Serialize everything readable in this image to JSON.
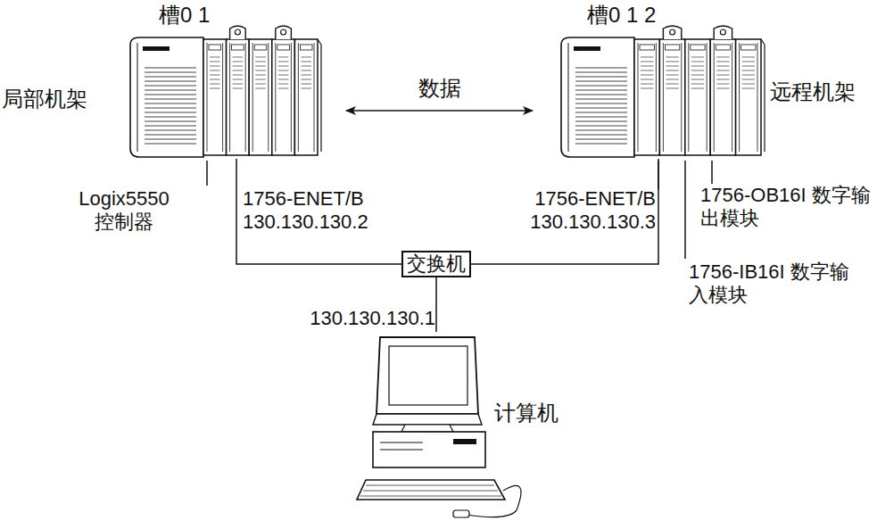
{
  "diagram": {
    "nodes": [
      {
        "text": [
          "局部机架"
        ]
      },
      {
        "text": [
          "远程机架"
        ]
      },
      {
        "text": [
          "交换机"
        ]
      },
      {
        "text": [
          "计算机"
        ]
      }
    ],
    "edges": [
      {
        "from": 0,
        "to": 2,
        "arrow": "none"
      },
      {
        "from": 1,
        "to": 2,
        "arrow": "none"
      },
      {
        "from": 2,
        "to": 3,
        "arrow": "none"
      },
      {
        "from": 0,
        "to": 1,
        "label": "数据",
        "arrow": "both"
      }
    ],
    "labels": [
      "槽0 1",
      "槽0 1 2",
      "Logix5550 控制器",
      "1756-ENET/B 130.130.130.2",
      "1756-ENET/B 130.130.130.3",
      "1756-OB16I 数字输出模块",
      "1756-IB16I 数字输入模块",
      "130.130.130.1"
    ]
  }
}
